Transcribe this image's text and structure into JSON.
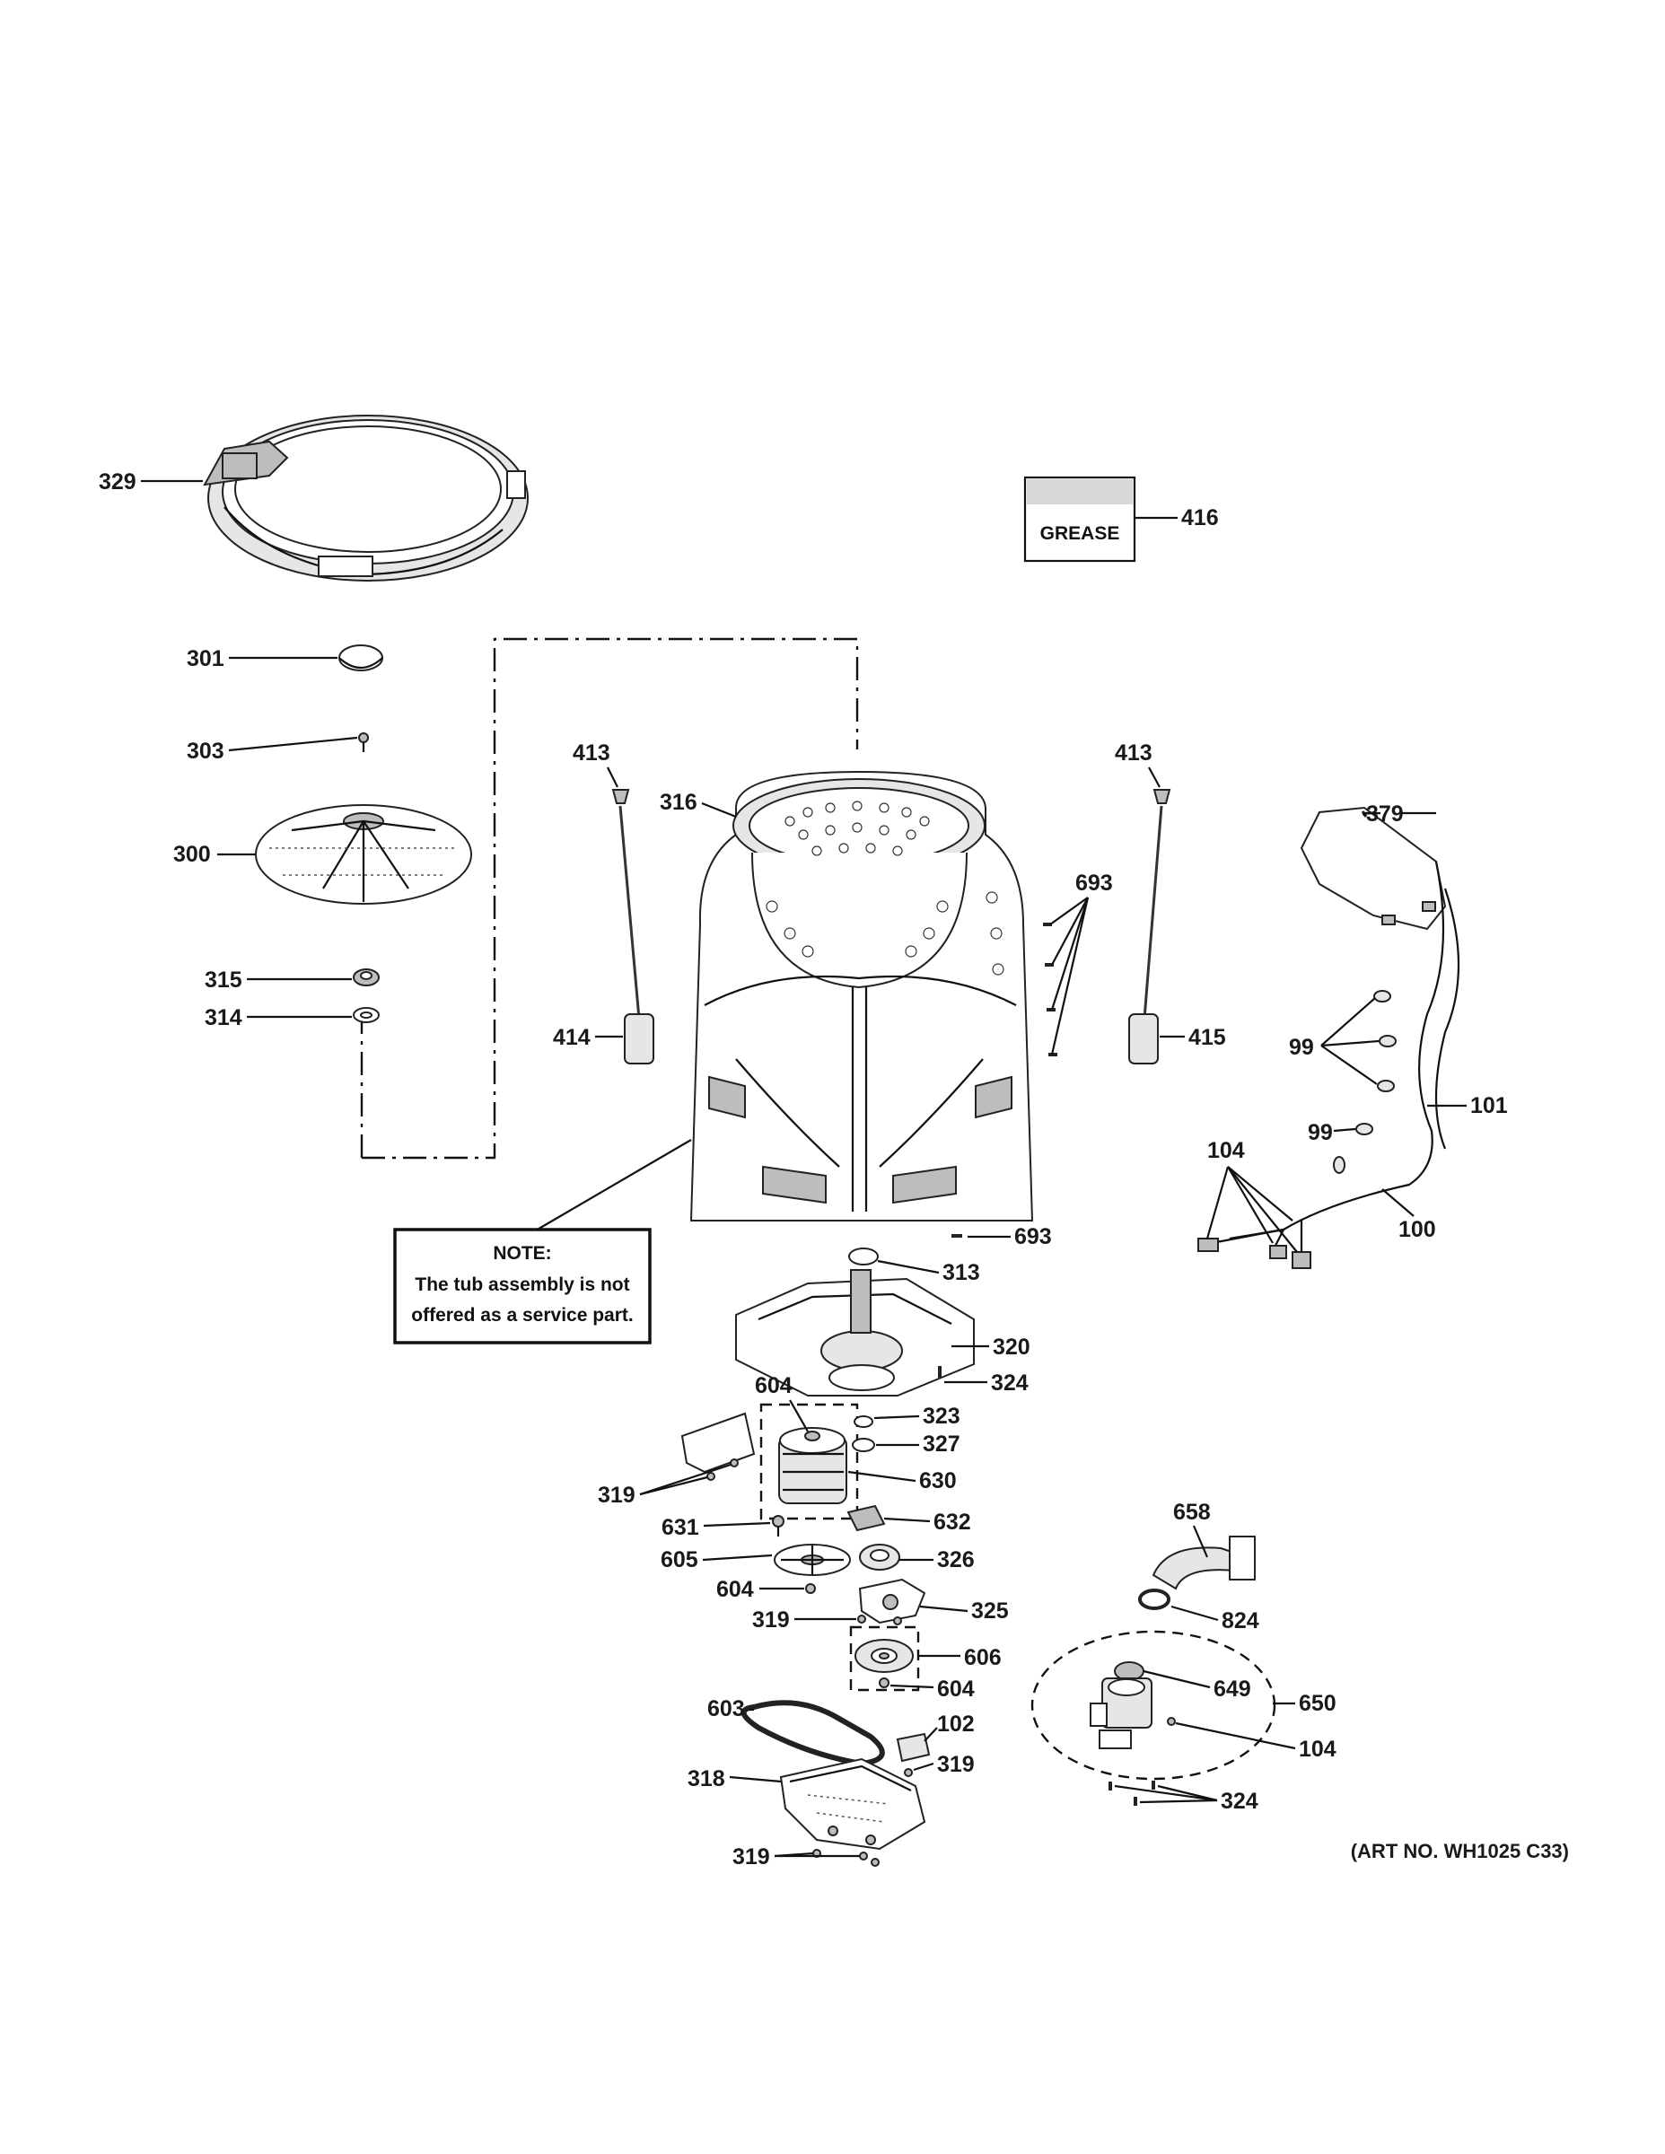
{
  "callouts": {
    "c329": "329",
    "c416": "416",
    "c301": "301",
    "c303": "303",
    "c300": "300",
    "c315": "315",
    "c314": "314",
    "c413a": "413",
    "c316": "316",
    "c414": "414",
    "c413b": "413",
    "c693a": "693",
    "c415": "415",
    "c379": "379",
    "c99a": "99",
    "c99b": "99",
    "c101": "101",
    "c104a": "104",
    "c100": "100",
    "c693b": "693",
    "c313": "313",
    "c320": "320",
    "c324a": "324",
    "c604a": "604",
    "c323": "323",
    "c327": "327",
    "c630": "630",
    "c319a": "319",
    "c631": "631",
    "c632": "632",
    "c605": "605",
    "c326": "326",
    "c604b": "604",
    "c325": "325",
    "c319b": "319",
    "c606": "606",
    "c604c": "604",
    "c603": "603",
    "c102": "102",
    "c319c": "319",
    "c318": "318",
    "c319d": "319",
    "c658": "658",
    "c824": "824",
    "c649": "649",
    "c650": "650",
    "c104b": "104",
    "c324b": "324"
  },
  "note": {
    "title": "NOTE:",
    "line1": "The tub assembly is not",
    "line2": "offered as a service part."
  },
  "grease_label": "GREASE",
  "art_number": "(ART NO. WH1025 C33)"
}
